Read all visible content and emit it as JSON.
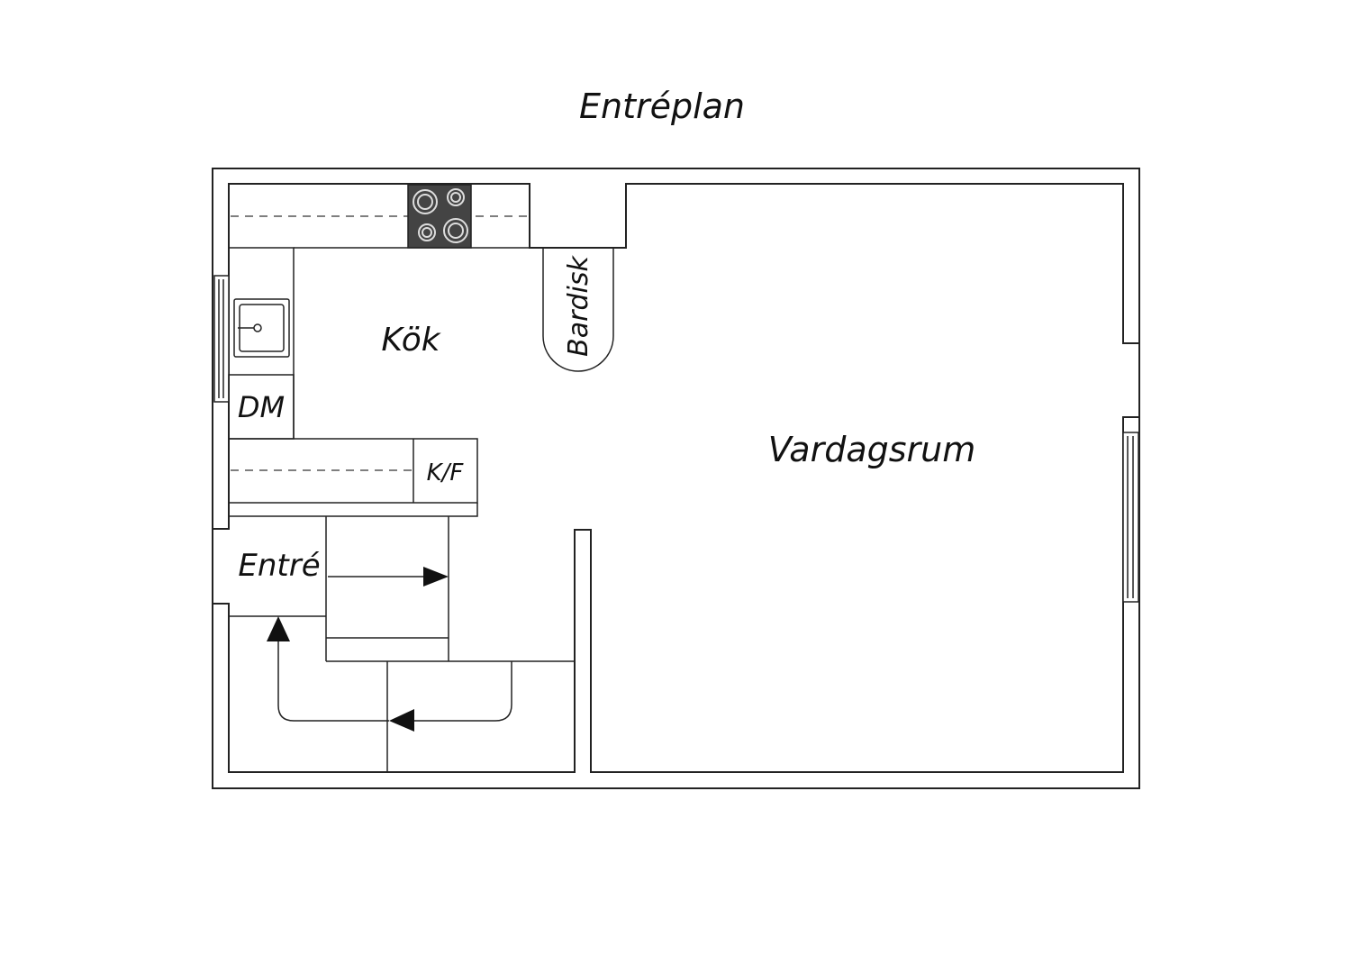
{
  "title": "Entréplan",
  "rooms": {
    "kitchen": "Kök",
    "living": "Vardagsrum",
    "entry": "Entré",
    "bar": "Bardisk",
    "dishwasher": "DM",
    "fridge_freezer": "K/F"
  },
  "colors": {
    "line": "#222222",
    "stove": "#444444",
    "background": "#ffffff"
  },
  "icons": [
    "stove-icon",
    "sink-icon",
    "arrow-icon",
    "window-icon"
  ]
}
